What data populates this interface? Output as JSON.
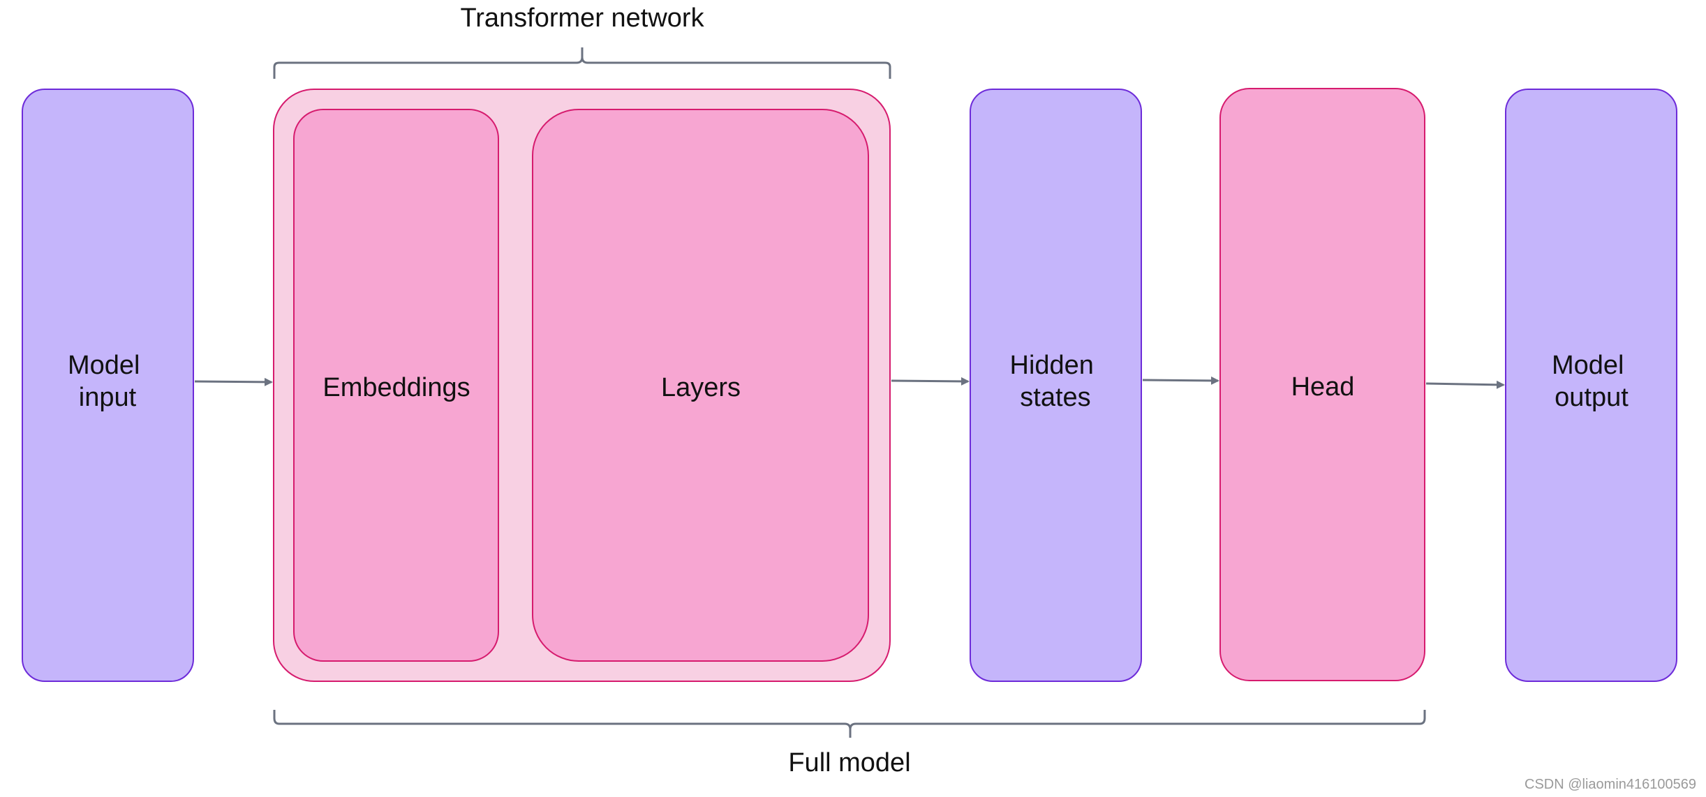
{
  "diagram": {
    "blocks": {
      "model_input": [
        "Model",
        "input"
      ],
      "embeddings": "Embeddings",
      "layers": "Layers",
      "hidden_states": [
        "Hidden",
        "states"
      ],
      "head": "Head",
      "model_output": [
        "Model",
        "output"
      ]
    },
    "braces": {
      "transformer_network": "Transformer network",
      "full_model": "Full model"
    },
    "colors": {
      "purple_fill": "#c5b5fb",
      "purple_stroke": "#6d2bd9",
      "pink_fill": "#f7a6d2",
      "pink_stroke": "#d61b6e",
      "light_pink_fill": "#f8d0e3",
      "arrow": "#6b7280",
      "brace": "#6b7280"
    },
    "watermark": "CSDN @liaomin416100569"
  }
}
